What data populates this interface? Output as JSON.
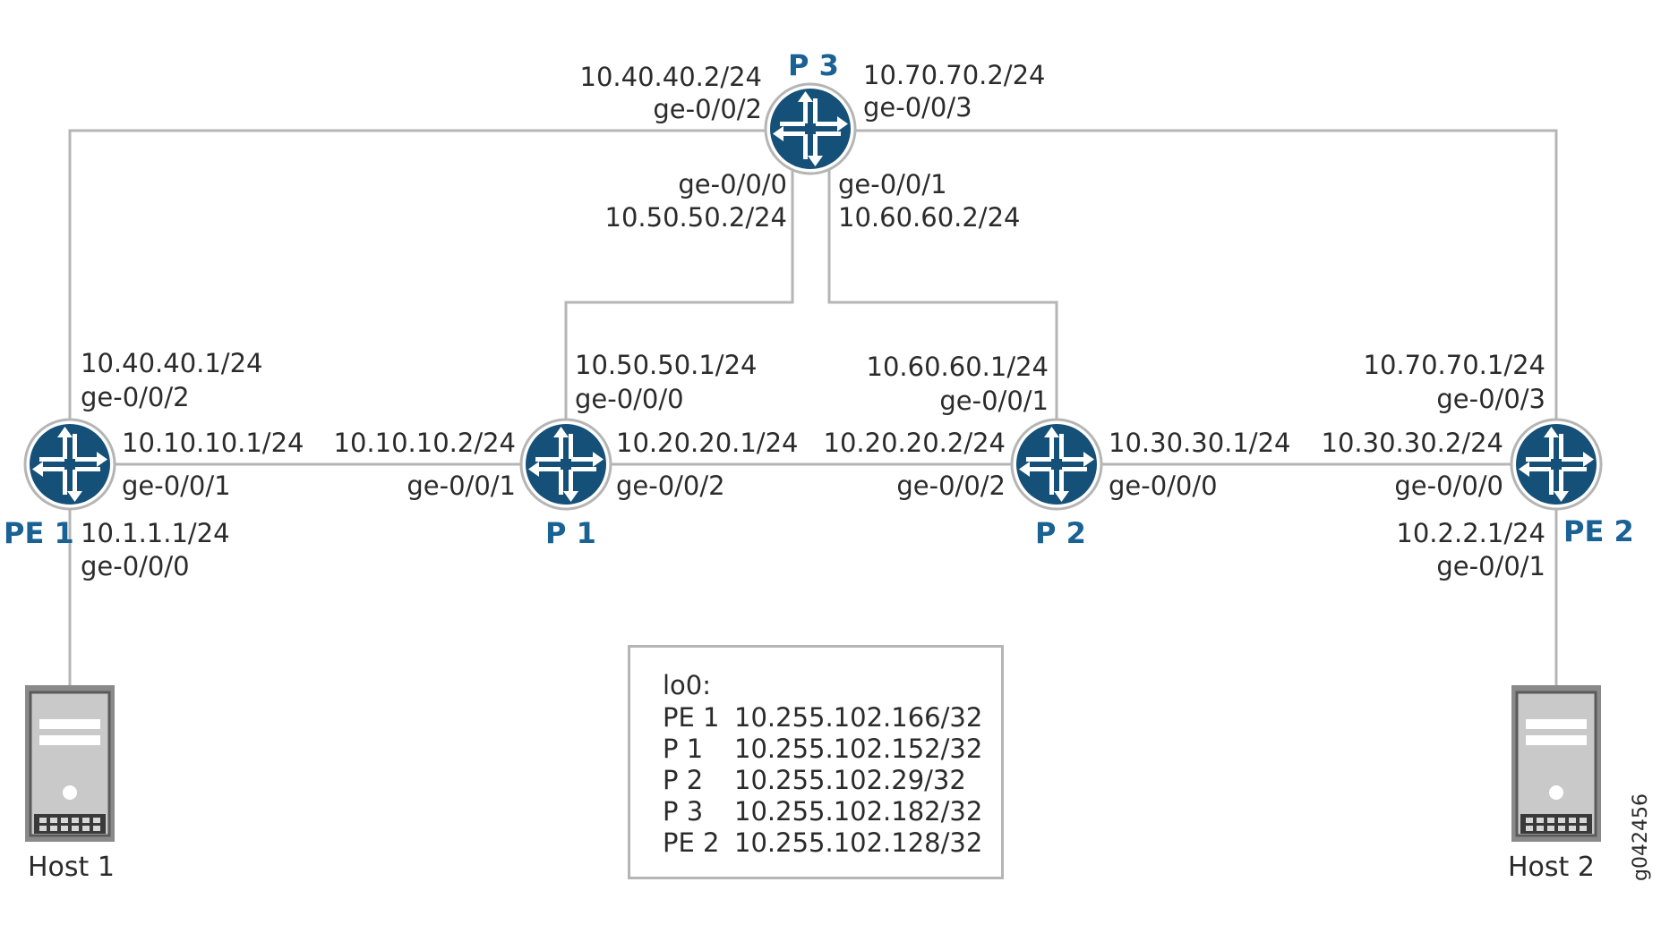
{
  "colors": {
    "router_fill": "#155078",
    "link_line": "#b5b5b5",
    "node_label": "#1a6194",
    "text": "#2b2b2b"
  },
  "nodes": {
    "pe1": "PE 1",
    "p1": "P 1",
    "p2": "P 2",
    "p3": "P 3",
    "pe2": "PE 2",
    "host1": "Host 1",
    "host2": "Host 2"
  },
  "interfaces": {
    "p3_left_ip": "10.40.40.2/24",
    "p3_left_if": "ge-0/0/2",
    "p3_right_ip": "10.70.70.2/24",
    "p3_right_if": "ge-0/0/3",
    "p3_down_left_if": "ge-0/0/0",
    "p3_down_left_ip": "10.50.50.2/24",
    "p3_down_right_if": "ge-0/0/1",
    "p3_down_right_ip": "10.60.60.2/24",
    "pe1_up_ip": "10.40.40.1/24",
    "pe1_up_if": "ge-0/0/2",
    "pe1_right_ip": "10.10.10.1/24",
    "pe1_right_if": "ge-0/0/1",
    "pe1_down_ip": "10.1.1.1/24",
    "pe1_down_if": "ge-0/0/0",
    "p1_left_ip": "10.10.10.2/24",
    "p1_left_if": "ge-0/0/1",
    "p1_up_ip": "10.50.50.1/24",
    "p1_up_if": "ge-0/0/0",
    "p1_right_ip": "10.20.20.1/24",
    "p1_right_if": "ge-0/0/2",
    "p2_left_ip": "10.20.20.2/24",
    "p2_left_if": "ge-0/0/2",
    "p2_up_ip": "10.60.60.1/24",
    "p2_up_if": "ge-0/0/1",
    "p2_right_ip": "10.30.30.1/24",
    "p2_right_if": "ge-0/0/0",
    "pe2_left_ip": "10.30.30.2/24",
    "pe2_left_if": "ge-0/0/0",
    "pe2_up_ip": "10.70.70.1/24",
    "pe2_up_if": "ge-0/0/3",
    "pe2_down_ip": "10.2.2.1/24",
    "pe2_down_if": "ge-0/0/1"
  },
  "legend": {
    "title": "lo0:",
    "rows": [
      {
        "device": "PE 1",
        "address": "10.255.102.166/32"
      },
      {
        "device": "P 1",
        "address": "10.255.102.152/32"
      },
      {
        "device": "P 2",
        "address": "10.255.102.29/32"
      },
      {
        "device": "P 3",
        "address": "10.255.102.182/32"
      },
      {
        "device": "PE 2",
        "address": "10.255.102.128/32"
      }
    ]
  },
  "figure_id": "g042456"
}
